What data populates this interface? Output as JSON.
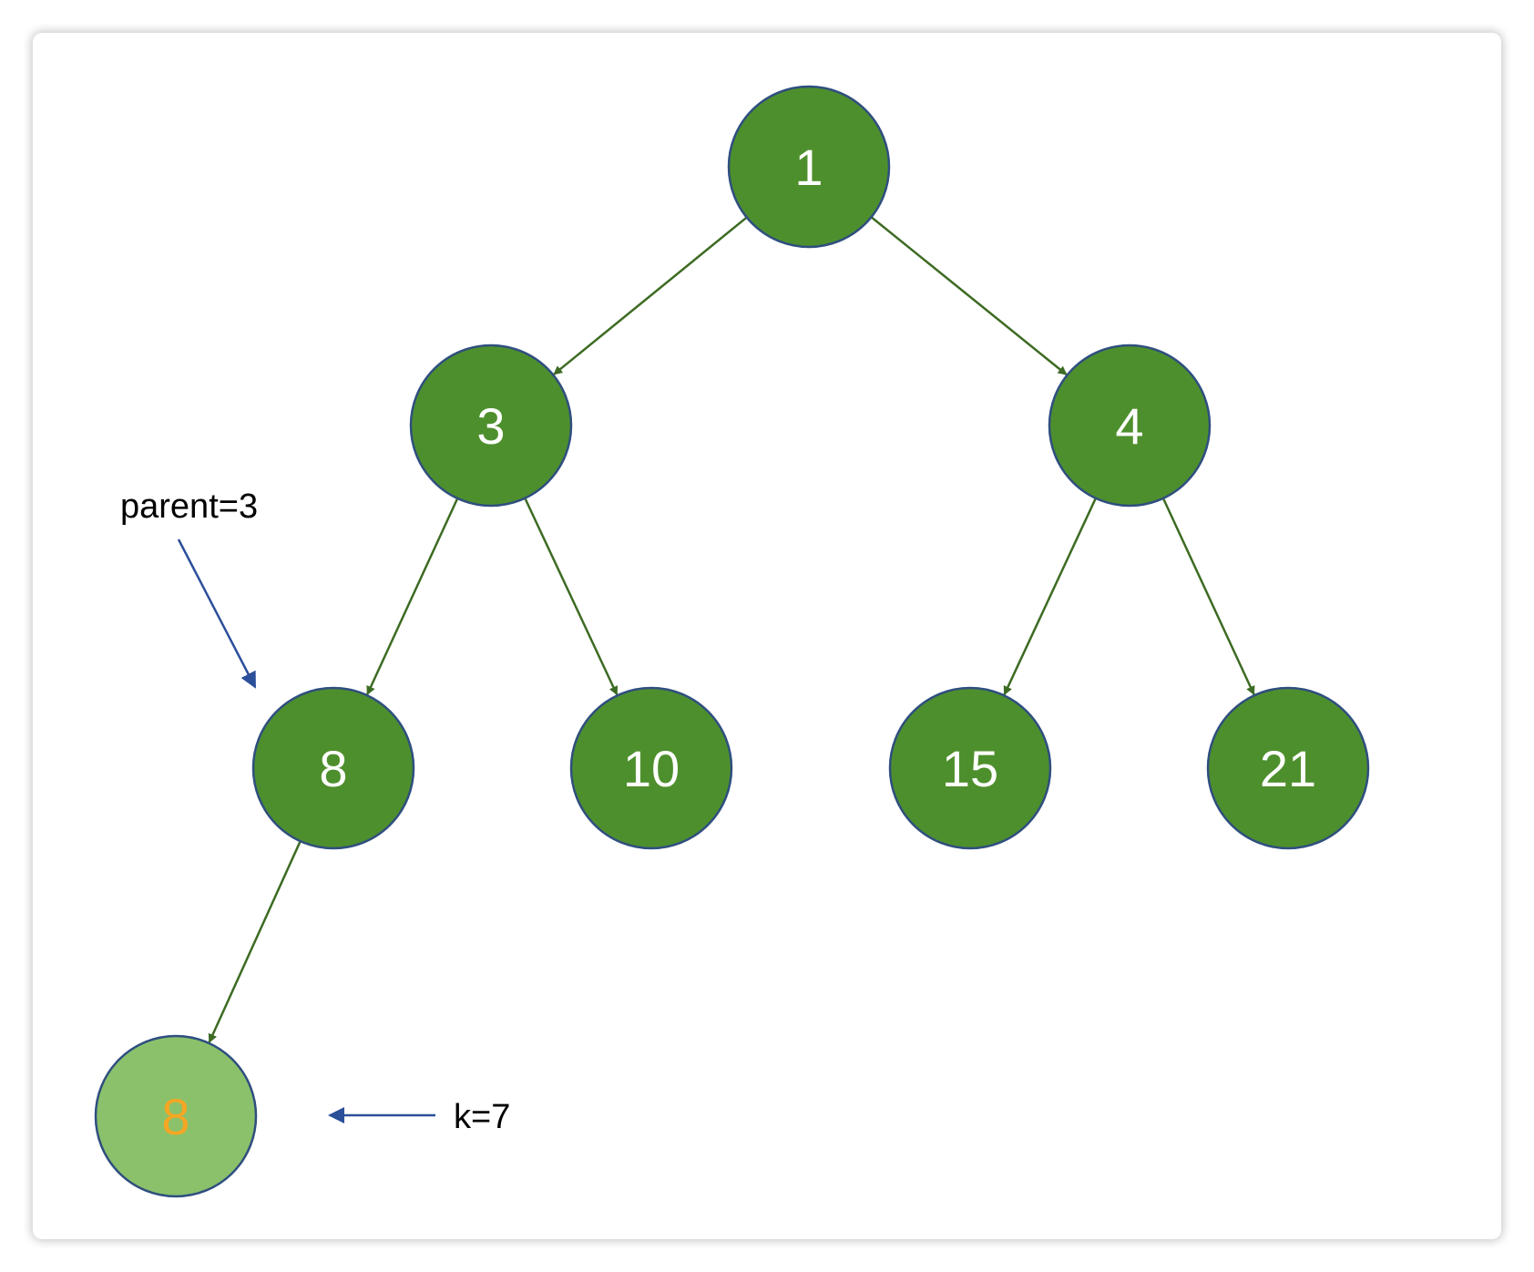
{
  "colors": {
    "node_fill": "#4e8f2d",
    "node_stroke": "#2f4f7f",
    "node_text": "#ffffff",
    "edge": "#3d6b23",
    "new_node_fill": "#8bc16b",
    "new_node_text": "#f5a623",
    "pointer_arrow": "#2c4f9a"
  },
  "nodes": [
    {
      "id": "n1",
      "value": "1"
    },
    {
      "id": "n3",
      "value": "3"
    },
    {
      "id": "n4",
      "value": "4"
    },
    {
      "id": "n8",
      "value": "8"
    },
    {
      "id": "n10",
      "value": "10"
    },
    {
      "id": "n15",
      "value": "15"
    },
    {
      "id": "n21",
      "value": "21"
    },
    {
      "id": "new8",
      "value": "8",
      "highlight": true
    }
  ],
  "edges": [
    {
      "from": "n1",
      "to": "n3"
    },
    {
      "from": "n1",
      "to": "n4"
    },
    {
      "from": "n3",
      "to": "n8"
    },
    {
      "from": "n3",
      "to": "n10"
    },
    {
      "from": "n4",
      "to": "n15"
    },
    {
      "from": "n4",
      "to": "n21"
    },
    {
      "from": "n8",
      "to": "new8"
    }
  ],
  "annotations": {
    "parent_label": "parent=3",
    "k_label": "k=7"
  }
}
